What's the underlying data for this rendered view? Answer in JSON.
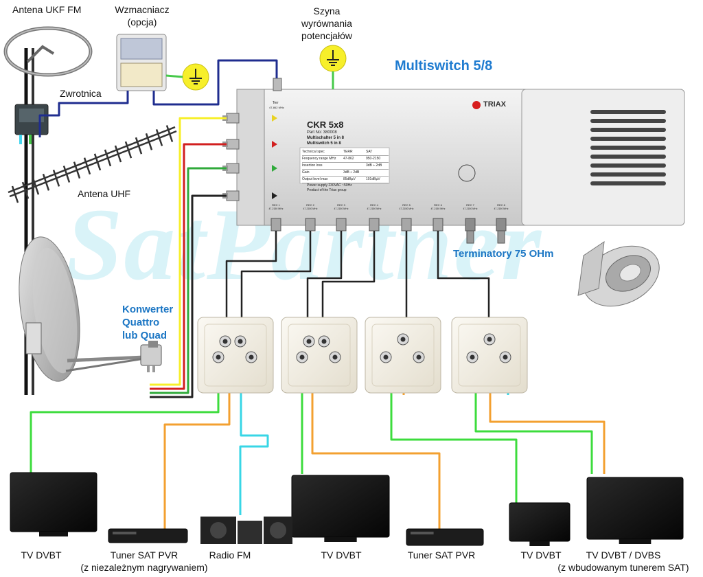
{
  "watermark": "SatPartner",
  "title": "Multiswitch 5/8",
  "labels": {
    "antena_fm": "Antena UKF FM",
    "amplifier_l1": "Wzmacniacz",
    "amplifier_l2": "(opcja)",
    "busbar_l1": "Szyna",
    "busbar_l2": "wyrównania",
    "busbar_l3": "potencjałów",
    "combiner": "Zwrotnica",
    "antena_uhf": "Antena UHF",
    "lnb_l1": "Konwerter",
    "lnb_l2": "Quattro",
    "lnb_l3": "lub Quad",
    "terminators": "Terminatory 75 OHm"
  },
  "multiswitch": {
    "brand": "TRIAX",
    "model": "CKR 5x8",
    "part_no": "Part No: 380008",
    "name_de": "Multischalter 5 in 8",
    "name_en": "Multiswitch 5 in 8",
    "spec_header": [
      "Technical spec",
      "TERR",
      "SAT"
    ],
    "spec_rows": [
      [
        "Frequency range MHz",
        "47-862",
        "950-2150"
      ],
      [
        "Insertion loss",
        "",
        "3dB ÷ 2dB"
      ],
      [
        "Gain",
        "3dB ÷ 2dB",
        ""
      ],
      [
        "Output level max",
        "85dBµV",
        "101dBµV"
      ]
    ],
    "power": "Power supply 230VAC ~50Hz",
    "product": "Product of the Triax group",
    "terr_label": "Terr",
    "terr_freq": "47-862 MHz",
    "outputs": [
      "REC 1",
      "REC 2",
      "REC 3",
      "REC 4",
      "REC 5",
      "REC 6",
      "REC 7",
      "REC 8"
    ],
    "output_freq": "47-2150 MHz"
  },
  "devices": [
    {
      "label": "TV DVBT",
      "sublabel": ""
    },
    {
      "label": "Tuner SAT PVR",
      "sublabel": "(z niezależnym nagrywaniem)"
    },
    {
      "label": "Radio FM",
      "sublabel": ""
    },
    {
      "label": "TV DVBT",
      "sublabel": ""
    },
    {
      "label": "Tuner SAT PVR",
      "sublabel": ""
    },
    {
      "label": "TV DVBT",
      "sublabel": ""
    },
    {
      "label": "TV DVBT / DVBS",
      "sublabel": "(z wbudowanym tunerem SAT)"
    }
  ],
  "colors": {
    "tv_cable": "#3ddc3d",
    "sat_cable": "#f3a030",
    "fm_cable": "#38d6e6",
    "trunk_cable": "#222222",
    "uhf_cable": "#1f2d8f",
    "ground": "#f7ef2a",
    "title": "#1e7bd0"
  }
}
